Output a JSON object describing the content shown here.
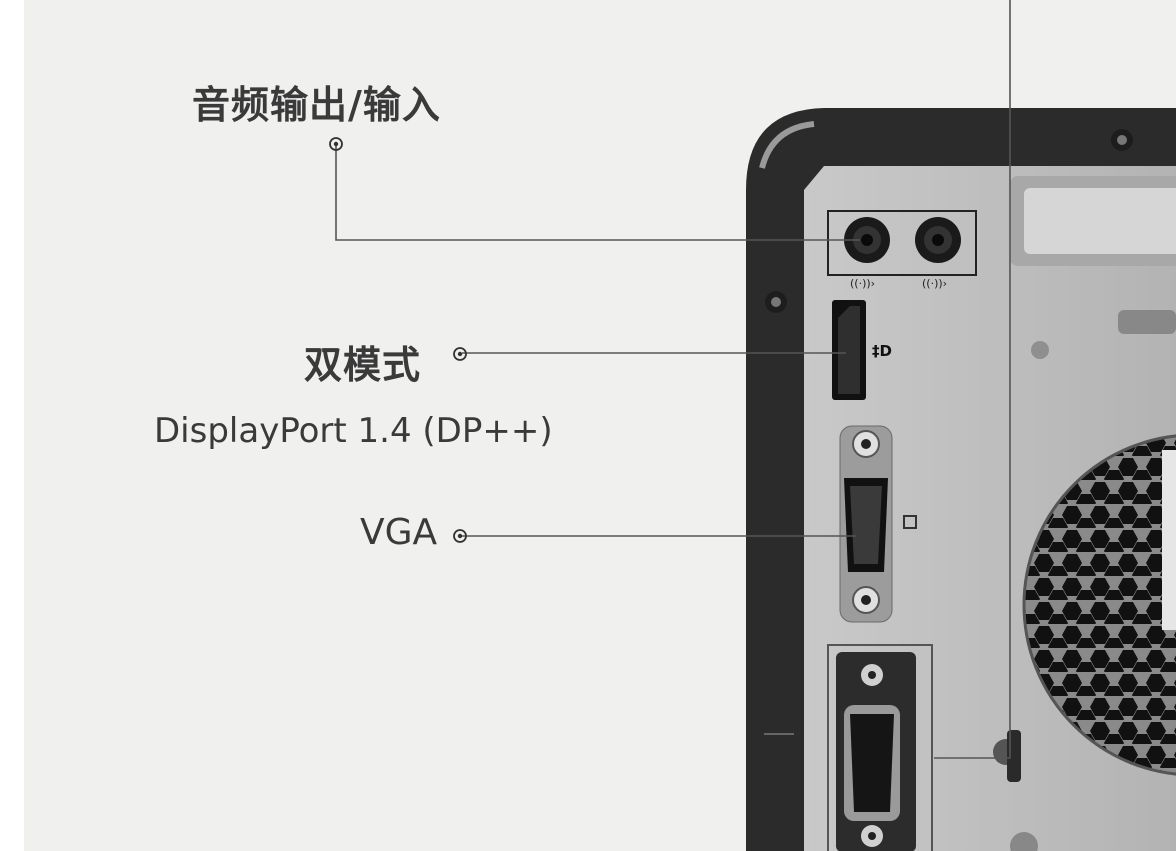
{
  "labels": {
    "audio": "音频输出/输入",
    "dual_mode": "双模式",
    "displayport": "DisplayPort 1.4 (DP++)",
    "vga": "VGA"
  },
  "colors": {
    "background": "#f0f0ef",
    "chassis_frame": "#2b2b2b",
    "panel": "#bdbdbd",
    "text": "#3a3a3a",
    "leader_line": "#555555"
  }
}
